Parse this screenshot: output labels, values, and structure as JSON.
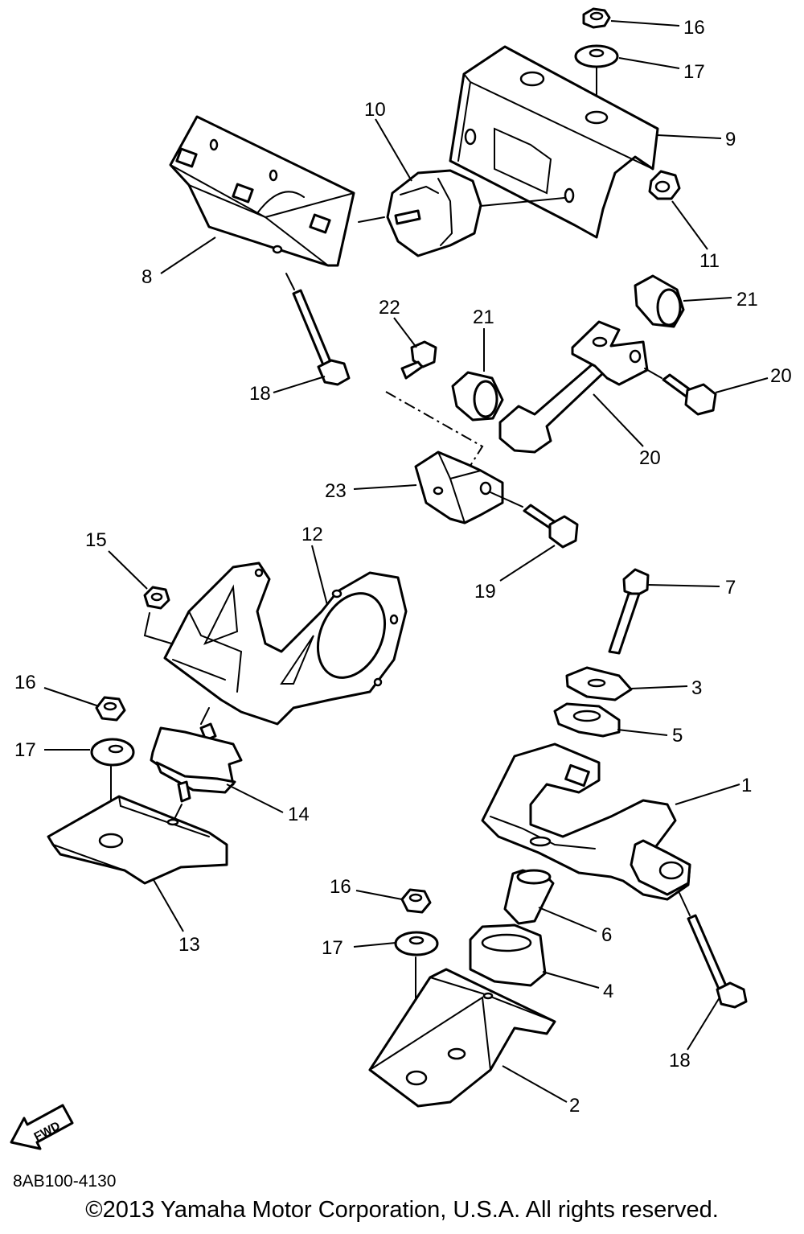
{
  "diagram": {
    "part_labels": [
      {
        "id": "p1",
        "text": "1"
      },
      {
        "id": "p2",
        "text": "2"
      },
      {
        "id": "p3",
        "text": "3"
      },
      {
        "id": "p4",
        "text": "4"
      },
      {
        "id": "p5",
        "text": "5"
      },
      {
        "id": "p6",
        "text": "6"
      },
      {
        "id": "p7",
        "text": "7"
      },
      {
        "id": "p8",
        "text": "8"
      },
      {
        "id": "p9",
        "text": "9"
      },
      {
        "id": "p10",
        "text": "10"
      },
      {
        "id": "p11",
        "text": "11"
      },
      {
        "id": "p12",
        "text": "12"
      },
      {
        "id": "p13",
        "text": "13"
      },
      {
        "id": "p14",
        "text": "14"
      },
      {
        "id": "p15",
        "text": "15"
      },
      {
        "id": "p16a",
        "text": "16"
      },
      {
        "id": "p16b",
        "text": "16"
      },
      {
        "id": "p16c",
        "text": "16"
      },
      {
        "id": "p17a",
        "text": "17"
      },
      {
        "id": "p17b",
        "text": "17"
      },
      {
        "id": "p17c",
        "text": "17"
      },
      {
        "id": "p18a",
        "text": "18"
      },
      {
        "id": "p18b",
        "text": "18"
      },
      {
        "id": "p19",
        "text": "19"
      },
      {
        "id": "p20a",
        "text": "20"
      },
      {
        "id": "p20b",
        "text": "20"
      },
      {
        "id": "p21a",
        "text": "21"
      },
      {
        "id": "p21b",
        "text": "21"
      },
      {
        "id": "p22",
        "text": "22"
      },
      {
        "id": "p23",
        "text": "23"
      }
    ],
    "direction_marker": "FWD"
  },
  "footer": {
    "catalog_code": "8AB100-4130",
    "copyright": "©2013 Yamaha Motor Corporation, U.S.A. All rights reserved."
  }
}
